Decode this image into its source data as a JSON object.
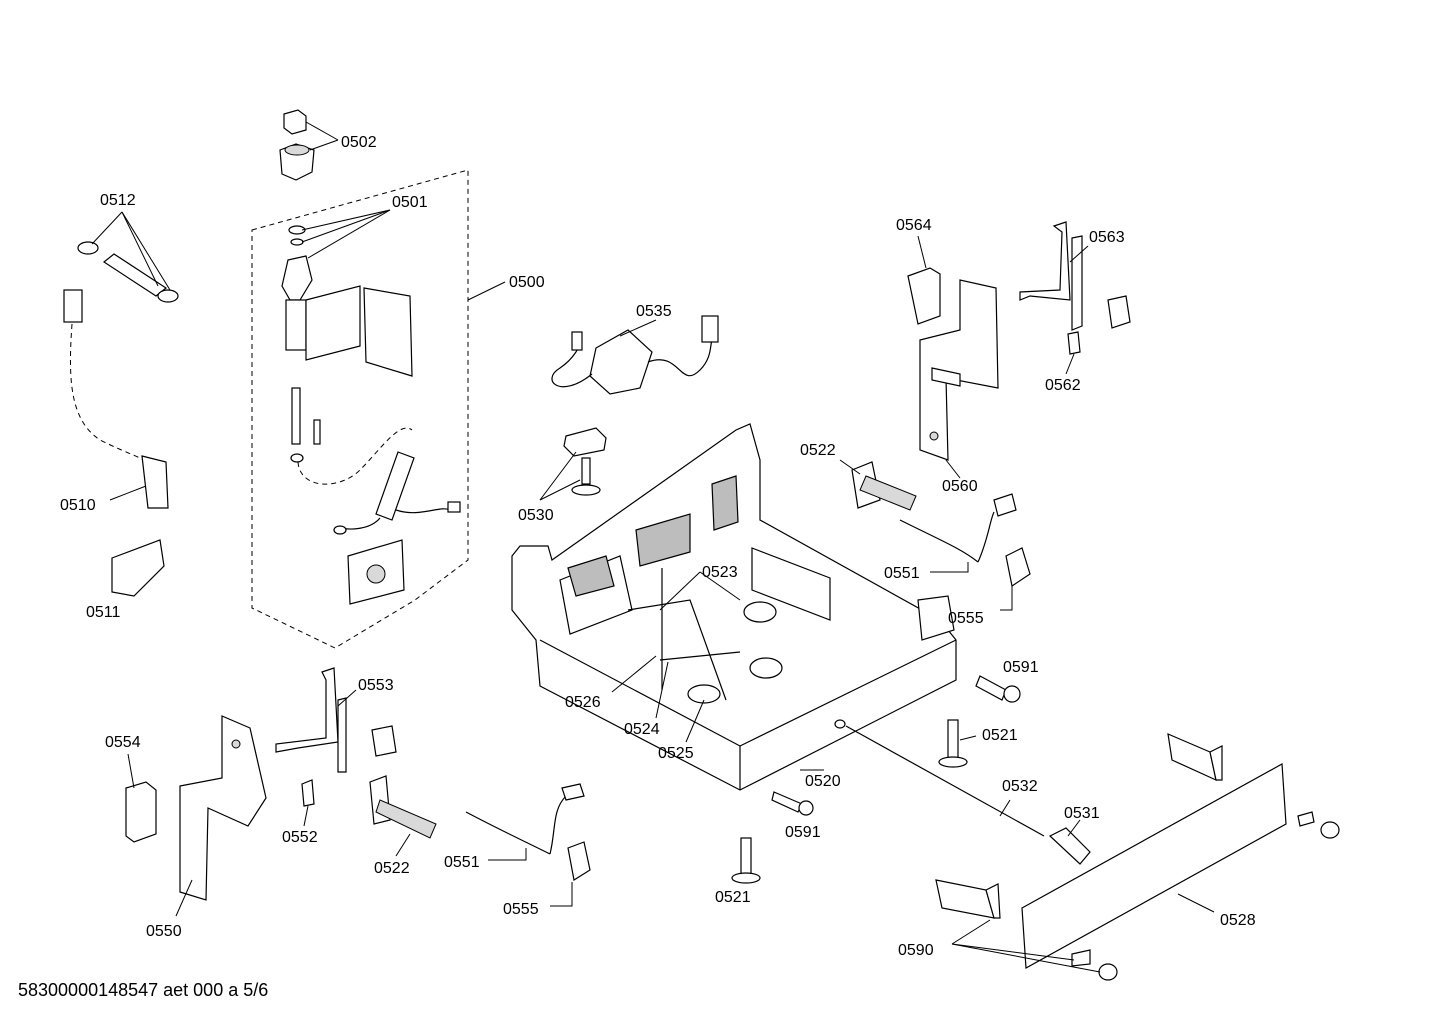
{
  "labels": {
    "l0502": "0502",
    "l0501": "0501",
    "l0500": "0500",
    "l0512": "0512",
    "l0510": "0510",
    "l0511": "0511",
    "l0535": "0535",
    "l0530": "0530",
    "l0564": "0564",
    "l0563": "0563",
    "l0562": "0562",
    "l0560": "0560",
    "l0522a": "0522",
    "l0551a": "0551",
    "l0523": "0523",
    "l0555a": "0555",
    "l0591a": "0591",
    "l0521a": "0521",
    "l0526": "0526",
    "l0524": "0524",
    "l0525": "0525",
    "l0520": "0520",
    "l0532": "0532",
    "l0531": "0531",
    "l0591b": "0591",
    "l0521b": "0521",
    "l0528": "0528",
    "l0590": "0590",
    "l0553": "0553",
    "l0554": "0554",
    "l0552": "0552",
    "l0522b": "0522",
    "l0551b": "0551",
    "l0555b": "0555",
    "l0550": "0550"
  },
  "footer": "58300000148547 aet 000 a 5/6"
}
